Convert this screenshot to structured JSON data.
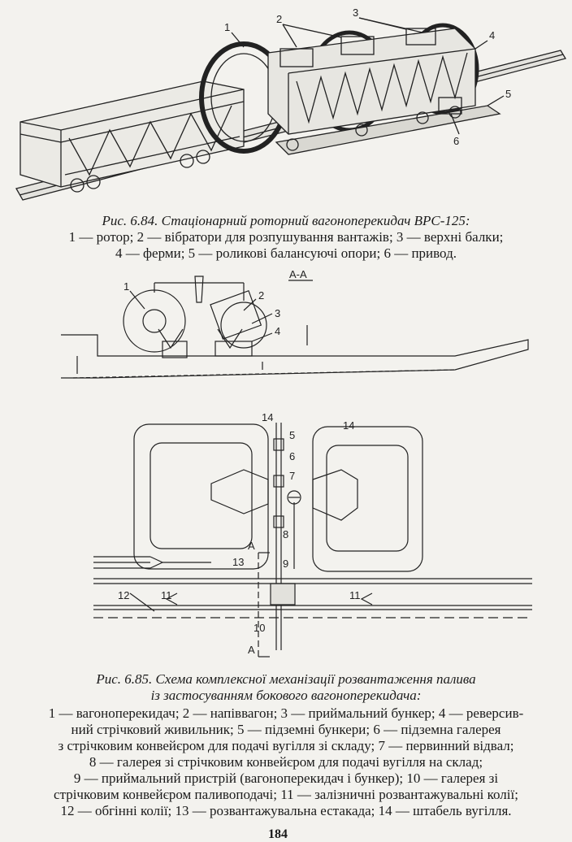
{
  "figure_684": {
    "caption_title": "Рис. 6.84. Стаціонарний роторний вагоноперекидач ВРС-125:",
    "legend_lines": [
      "1 — ротор; 2 — вібратори для розпушування вантажів; 3 — верхні балки;",
      "4 — ферми; 5 — роликові балансуючі опори; 6 — привод."
    ],
    "labels": [
      "1",
      "2",
      "3",
      "4",
      "5",
      "6"
    ]
  },
  "figure_685": {
    "section_label": "А-А",
    "side_labels": [
      "1",
      "2",
      "3",
      "4"
    ],
    "plan_labels": [
      "14",
      "5",
      "6",
      "14",
      "7",
      "8",
      "13",
      "9",
      "12",
      "11",
      "11",
      "10"
    ],
    "cut_labels": [
      "А",
      "А"
    ],
    "caption_title_lines": [
      "Рис. 6.85. Схема комплексної механізації розвантаження палива",
      "із застосуванням бокового вагоноперекидача:"
    ],
    "legend_lines": [
      "1 — вагоноперекидач; 2 — напіввагон; 3 — приймальний бункер; 4 — реверсив-",
      "ний стрічковий живильник; 5 — підземні бункери; 6 — підземна галерея",
      "з стрічковим конвейєром для подачі вугілля зі складу; 7 — первинний відвал;",
      "8 — галерея зі стрічковим конвейєром для подачі вугілля на склад;",
      "9 — приймальний пристрій (вагоноперекидач і бункер); 10 — галерея зі",
      "стрічковим конвейєром паливоподачі; 11 — залізничні розвантажувальні колії;",
      "12 — обгінні колії; 13 — розвантажувальна естакада; 14 — штабель вугілля."
    ]
  },
  "page_number": "184"
}
